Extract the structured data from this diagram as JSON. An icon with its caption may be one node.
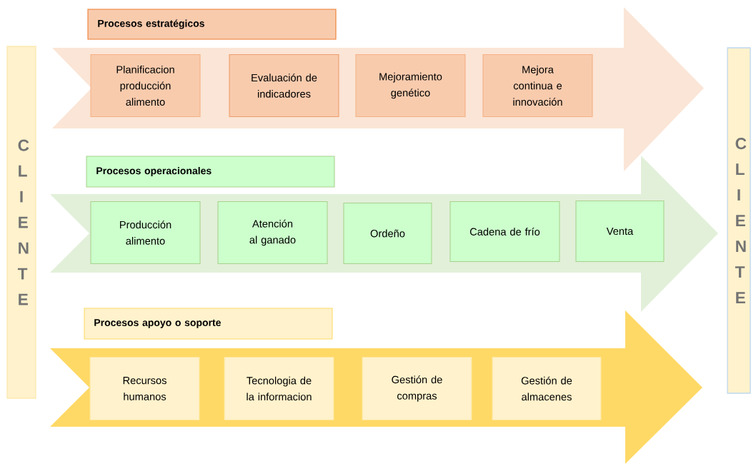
{
  "diagram": {
    "nodes": [
      {
        "text": [
          "C L I E N T E"
        ]
      },
      {
        "text": [],
        "shape": "arrow"
      },
      {
        "text": [
          "Procesos estratégicos"
        ]
      },
      {
        "text": [
          "Planificacion producción alimento"
        ],
        "in": 1
      },
      {
        "text": [
          "Evaluación de indicadores"
        ],
        "in": 1
      },
      {
        "text": [
          "Mejoramiento genético"
        ],
        "in": 1
      },
      {
        "text": [
          "Mejora continua e innovación"
        ],
        "in": 1
      },
      {
        "text": [],
        "shape": "arrow"
      },
      {
        "text": [
          "Procesos operacionales"
        ]
      },
      {
        "text": [
          "Producción alimento"
        ],
        "in": 7
      },
      {
        "text": [
          "Atención al ganado"
        ],
        "in": 7
      },
      {
        "text": [
          "Ordeño"
        ],
        "in": 7
      },
      {
        "text": [
          "Cadena de frío"
        ],
        "in": 7
      },
      {
        "text": [
          "Venta"
        ],
        "in": 7
      },
      {
        "text": [],
        "shape": "arrow"
      },
      {
        "text": [
          "Procesos apoyo o soporte"
        ]
      },
      {
        "text": [
          "Recursos humanos"
        ],
        "in": 14
      },
      {
        "text": [
          "Tecnologia de la informacion"
        ],
        "in": 14
      },
      {
        "text": [
          "Gestión de compras"
        ],
        "in": 14
      },
      {
        "text": [
          "Gestión de almacenes"
        ],
        "in": 14
      },
      {
        "text": [
          "C L I E N T E"
        ]
      }
    ],
    "edges": []
  }
}
